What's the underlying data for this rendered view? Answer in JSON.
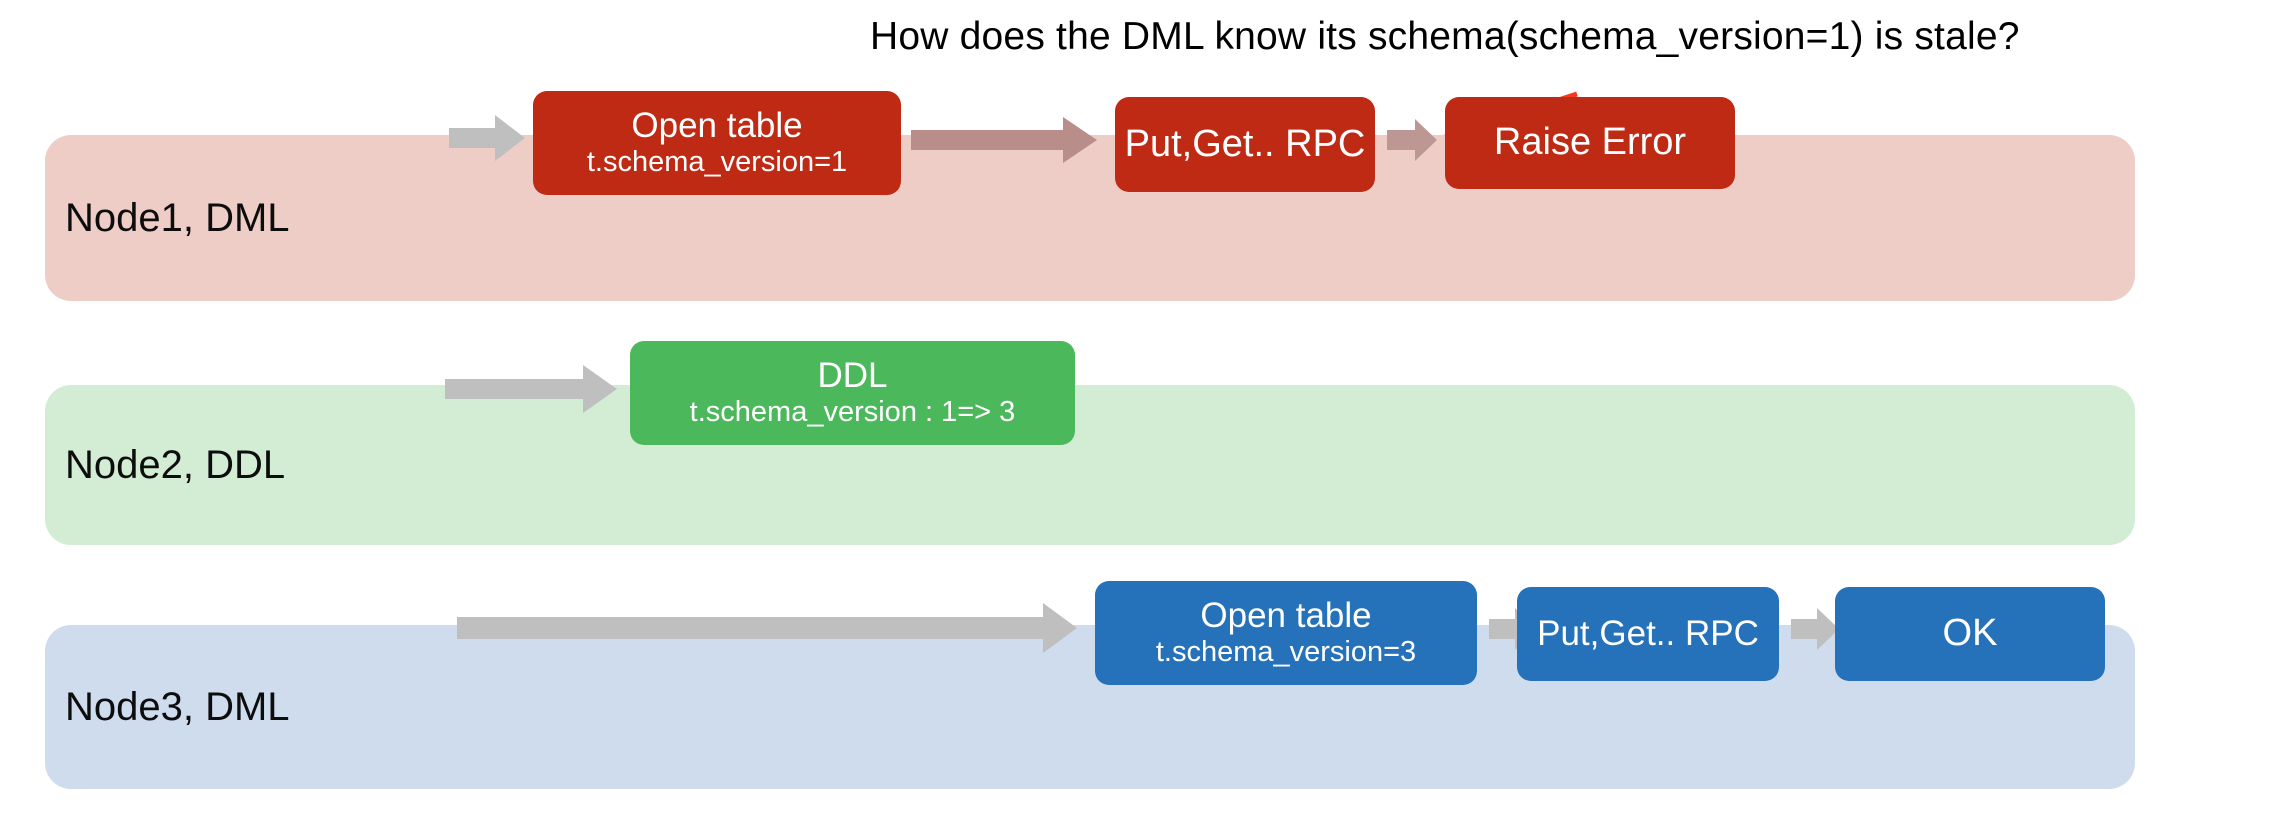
{
  "annotation": {
    "text": "How does the DML know its schema(schema_version=1) is stale?",
    "arrow_color": "#F4391C",
    "points_to": "Put,Get.. RPC"
  },
  "colors": {
    "band_red": "#EFCDC7",
    "band_green": "#D3EDD5",
    "band_blue": "#CEDCEE",
    "node_red": "#BF2A14",
    "node_green": "#4CB85C",
    "node_blue": "#2571BA",
    "arrow_gray": "#BFBFBF",
    "arrow_mauve": "#B98E8A",
    "arrow_dusty": "#BC9793"
  },
  "lanes": [
    {
      "id": "node1",
      "label": "Node1, DML",
      "band_color": "#EFCDC7",
      "node_color": "#BF2A14",
      "nodes": [
        {
          "id": "open-table-1",
          "line1": "Open table",
          "line2": "t.schema_version=1"
        },
        {
          "id": "rpc-1",
          "line1": "Put,Get.. RPC",
          "line2": ""
        },
        {
          "id": "raise-error",
          "line1": "Raise Error",
          "line2": ""
        }
      ],
      "arrows": [
        {
          "id": "arrow-1-1",
          "color": "#BFBFBF"
        },
        {
          "id": "arrow-1-2",
          "color": "#B98E8A"
        },
        {
          "id": "arrow-1-3",
          "color": "#BC9793"
        }
      ]
    },
    {
      "id": "node2",
      "label": "Node2, DDL",
      "band_color": "#D3EDD5",
      "node_color": "#4CB85C",
      "nodes": [
        {
          "id": "ddl",
          "line1": "DDL",
          "line2": "t.schema_version : 1=> 3"
        }
      ],
      "arrows": [
        {
          "id": "arrow-2-1",
          "color": "#BFBFBF"
        }
      ]
    },
    {
      "id": "node3",
      "label": "Node3, DML",
      "band_color": "#CEDCEE",
      "node_color": "#2571BA",
      "nodes": [
        {
          "id": "open-table-3",
          "line1": "Open table",
          "line2": "t.schema_version=3"
        },
        {
          "id": "rpc-3",
          "line1": "Put,Get.. RPC",
          "line2": ""
        },
        {
          "id": "ok-3",
          "line1": "OK",
          "line2": ""
        }
      ],
      "arrows": [
        {
          "id": "arrow-3-1",
          "color": "#BFBFBF"
        },
        {
          "id": "arrow-3-2",
          "color": "#BFBFBF"
        },
        {
          "id": "arrow-3-3",
          "color": "#BFBFBF"
        }
      ]
    }
  ]
}
